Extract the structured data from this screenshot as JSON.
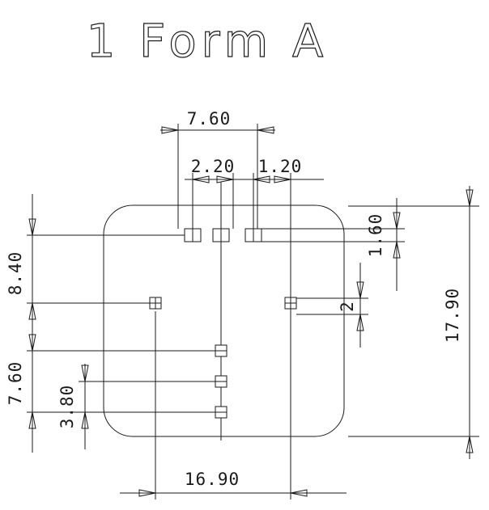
{
  "title": "1 Form A",
  "colors": {
    "background": "#ffffff",
    "line": "#1a1a1a",
    "text": "#1a1a1a"
  },
  "dimensions": {
    "top_width": "7.60",
    "top_pitch_left": "2.20",
    "top_pitch_right": "1.20",
    "right_pad_height": "1.60",
    "left_upper_span": "8.40",
    "right_mid_span": "2",
    "right_overall_height": "17.90",
    "left_lower_span": "7.60",
    "left_lower_pitch": "3.80",
    "bottom_width": "16.90"
  }
}
